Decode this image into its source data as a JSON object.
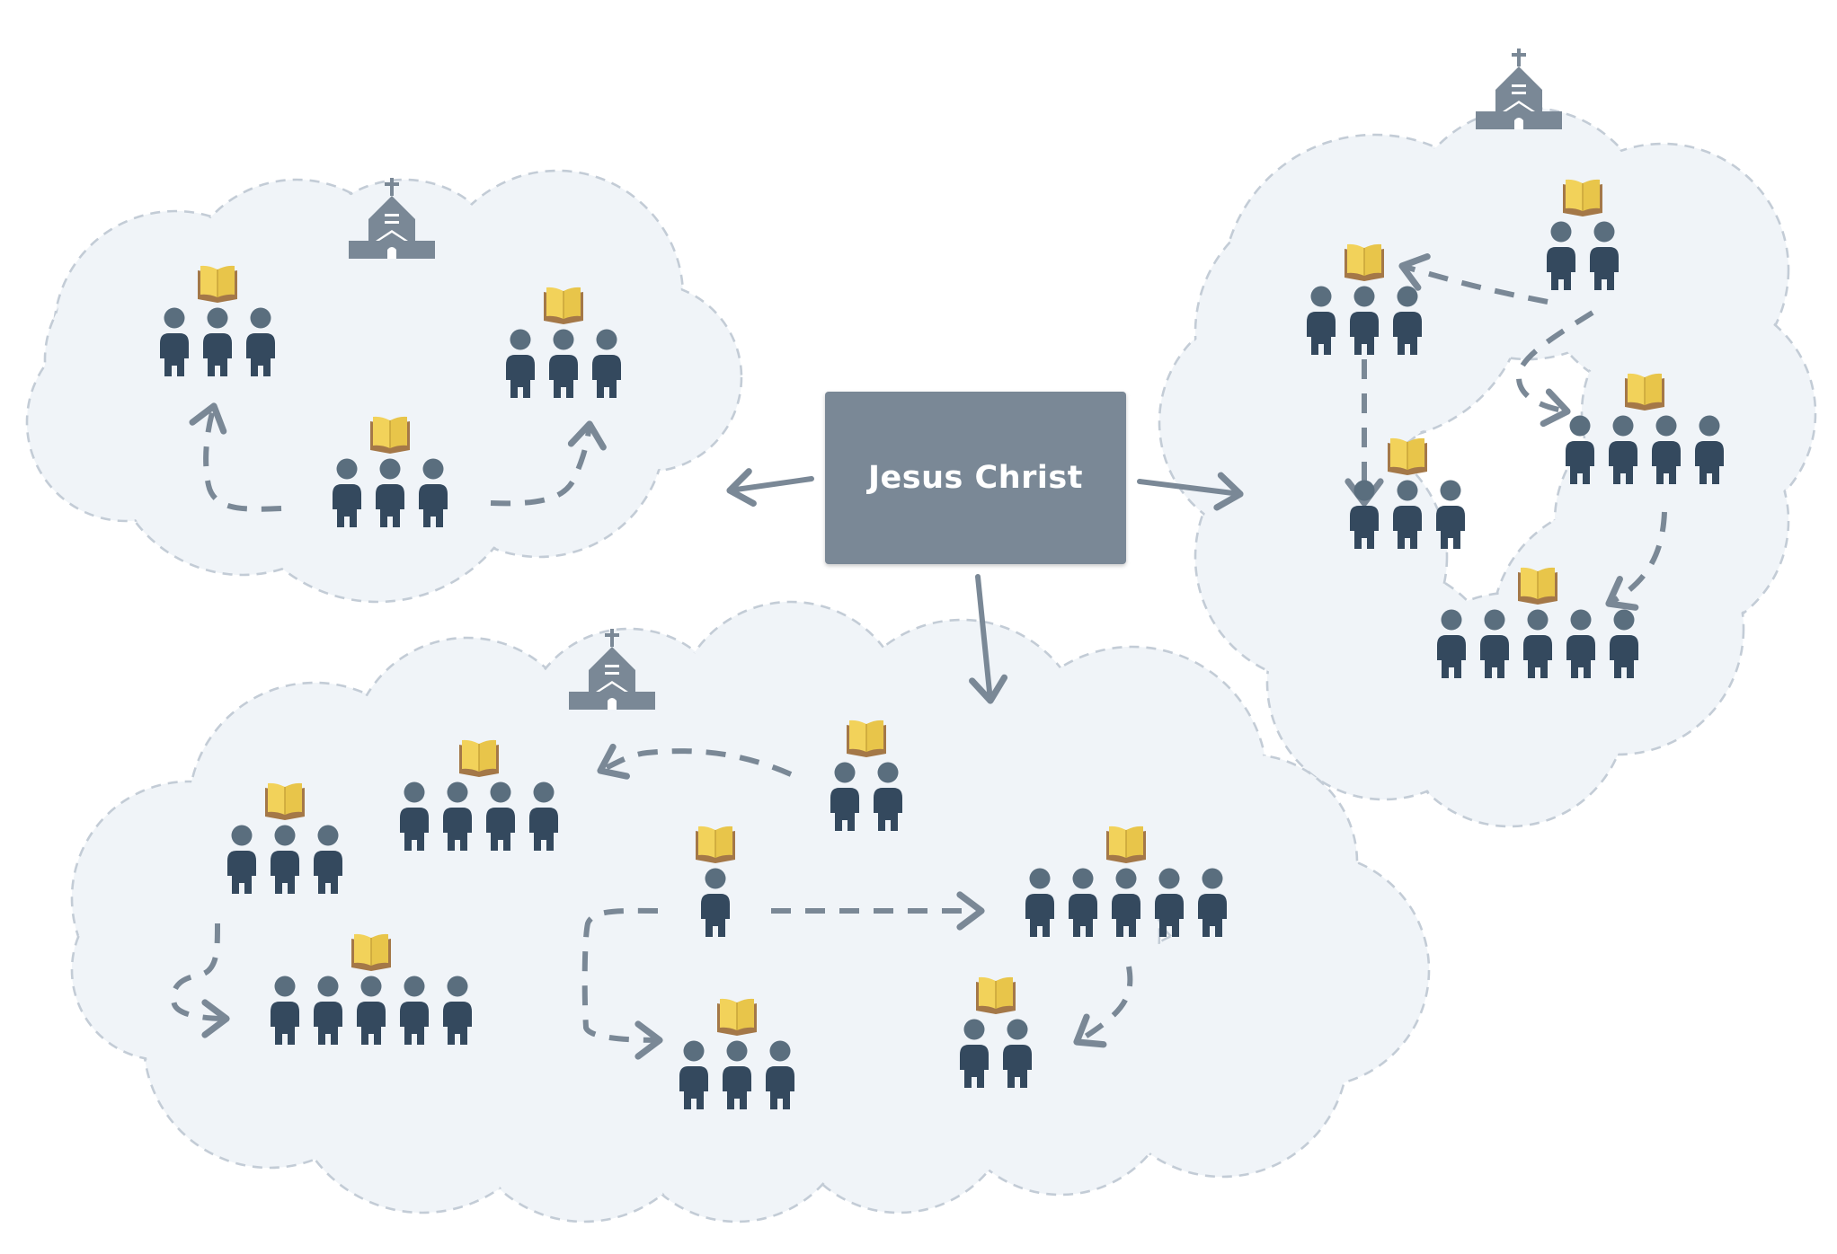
{
  "center": {
    "label": "Jesus Christ"
  },
  "colors": {
    "cloud_fill": "#f0f4f8",
    "cloud_border": "#c3ccd6",
    "arrow": "#7a8896",
    "center_box": "#7a8896",
    "person_body": "#34495e",
    "person_head": "#5a6e7e",
    "book_pages": "#f2d25a",
    "book_cover": "#a47848",
    "church": "#7a8896"
  },
  "icons": [
    "church-icon",
    "bible-icon",
    "person-icon",
    "arrow-icon"
  ],
  "clouds": [
    {
      "id": "left-church",
      "groups": [
        3,
        3,
        3
      ]
    },
    {
      "id": "right-church",
      "groups": [
        2,
        3,
        3,
        4,
        5
      ]
    },
    {
      "id": "bottom-church",
      "groups": [
        2,
        4,
        3,
        5,
        1,
        5,
        3,
        2
      ]
    }
  ]
}
